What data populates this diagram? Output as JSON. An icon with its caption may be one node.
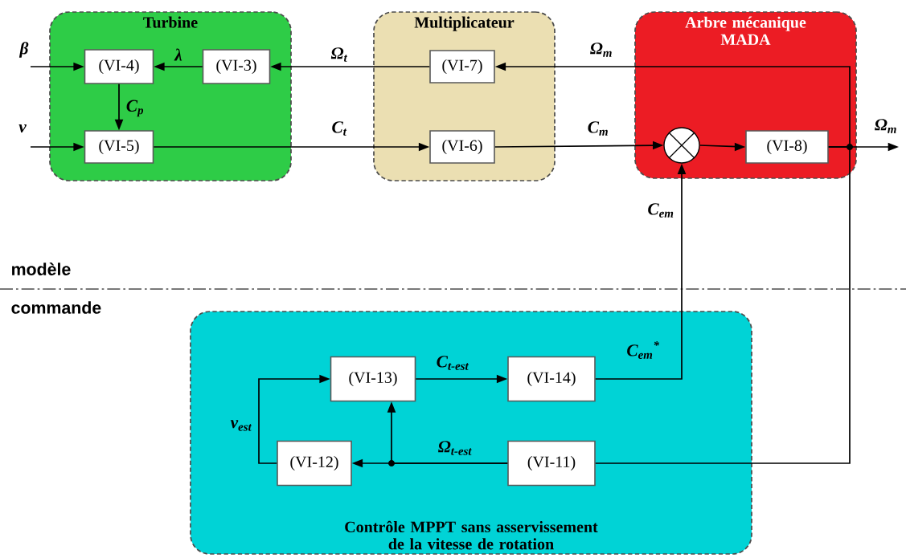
{
  "diagram": {
    "nodes": [
      {
        "text": [
          "Turbine"
        ]
      },
      {
        "text": [
          "(VI-4)"
        ],
        "in": 0
      },
      {
        "text": [
          "(VI-3)"
        ],
        "in": 0
      },
      {
        "text": [
          "(VI-5)"
        ],
        "in": 0
      },
      {
        "text": [
          "Multiplicateur"
        ]
      },
      {
        "text": [
          "(VI-7)"
        ],
        "in": 4
      },
      {
        "text": [
          "(VI-6)"
        ],
        "in": 4
      },
      {
        "text": [
          "Arbre mécanique MADA"
        ]
      },
      {
        "text": [],
        "shape": "circle",
        "in": 7
      },
      {
        "text": [
          "(VI-8)"
        ],
        "in": 7
      },
      {
        "text": [
          "Contrôle MPPT sans asservissement de la vitesse de rotation"
        ]
      },
      {
        "text": [
          "(VI-13)"
        ],
        "in": 10
      },
      {
        "text": [
          "(VI-14)"
        ],
        "in": 10
      },
      {
        "text": [
          "(VI-12)"
        ],
        "in": 10
      },
      {
        "text": [
          "(VI-11)"
        ],
        "in": 10
      }
    ],
    "edges": [
      {
        "from": null,
        "to": 1,
        "arrow": "to",
        "label": "β"
      },
      {
        "from": null,
        "to": 3,
        "arrow": "to",
        "label": "v"
      },
      {
        "from": 2,
        "to": 1,
        "arrow": "to",
        "label": "λ"
      },
      {
        "from": 1,
        "to": 3,
        "arrow": "to",
        "label": "C$_{p}$"
      },
      {
        "from": 5,
        "to": 2,
        "arrow": "to",
        "label": "Ω$_{t}$"
      },
      {
        "from": 3,
        "to": 6,
        "arrow": "to",
        "label": "C$_{t}$"
      },
      {
        "from": 6,
        "to": 8,
        "arrow": "to",
        "label": "C$_{m}$"
      },
      {
        "from": 8,
        "to": 9,
        "arrow": "to"
      },
      {
        "from": 9,
        "to": null,
        "arrow": "to",
        "label": "Ω$_{m}$"
      },
      {
        "from": 9,
        "to": 5,
        "arrow": "to",
        "label": "Ω$_{m}$"
      },
      {
        "from": 9,
        "to": 14,
        "arrow": "none"
      },
      {
        "from": 14,
        "to": 13,
        "arrow": "to",
        "label": "Ω$_{t-est}$"
      },
      {
        "from": 14,
        "to": 11,
        "arrow": "to"
      },
      {
        "from": 13,
        "to": 11,
        "arrow": "to",
        "label": "v$_{est}$"
      },
      {
        "from": 11,
        "to": 12,
        "arrow": "to",
        "label": "C$_{t-est}$"
      },
      {
        "from": 12,
        "to": 8,
        "arrow": "to",
        "label": "C$_{em}$$^{*}$"
      }
    ],
    "labels": [
      "C$_{em}$",
      "modèle",
      "commande"
    ]
  }
}
